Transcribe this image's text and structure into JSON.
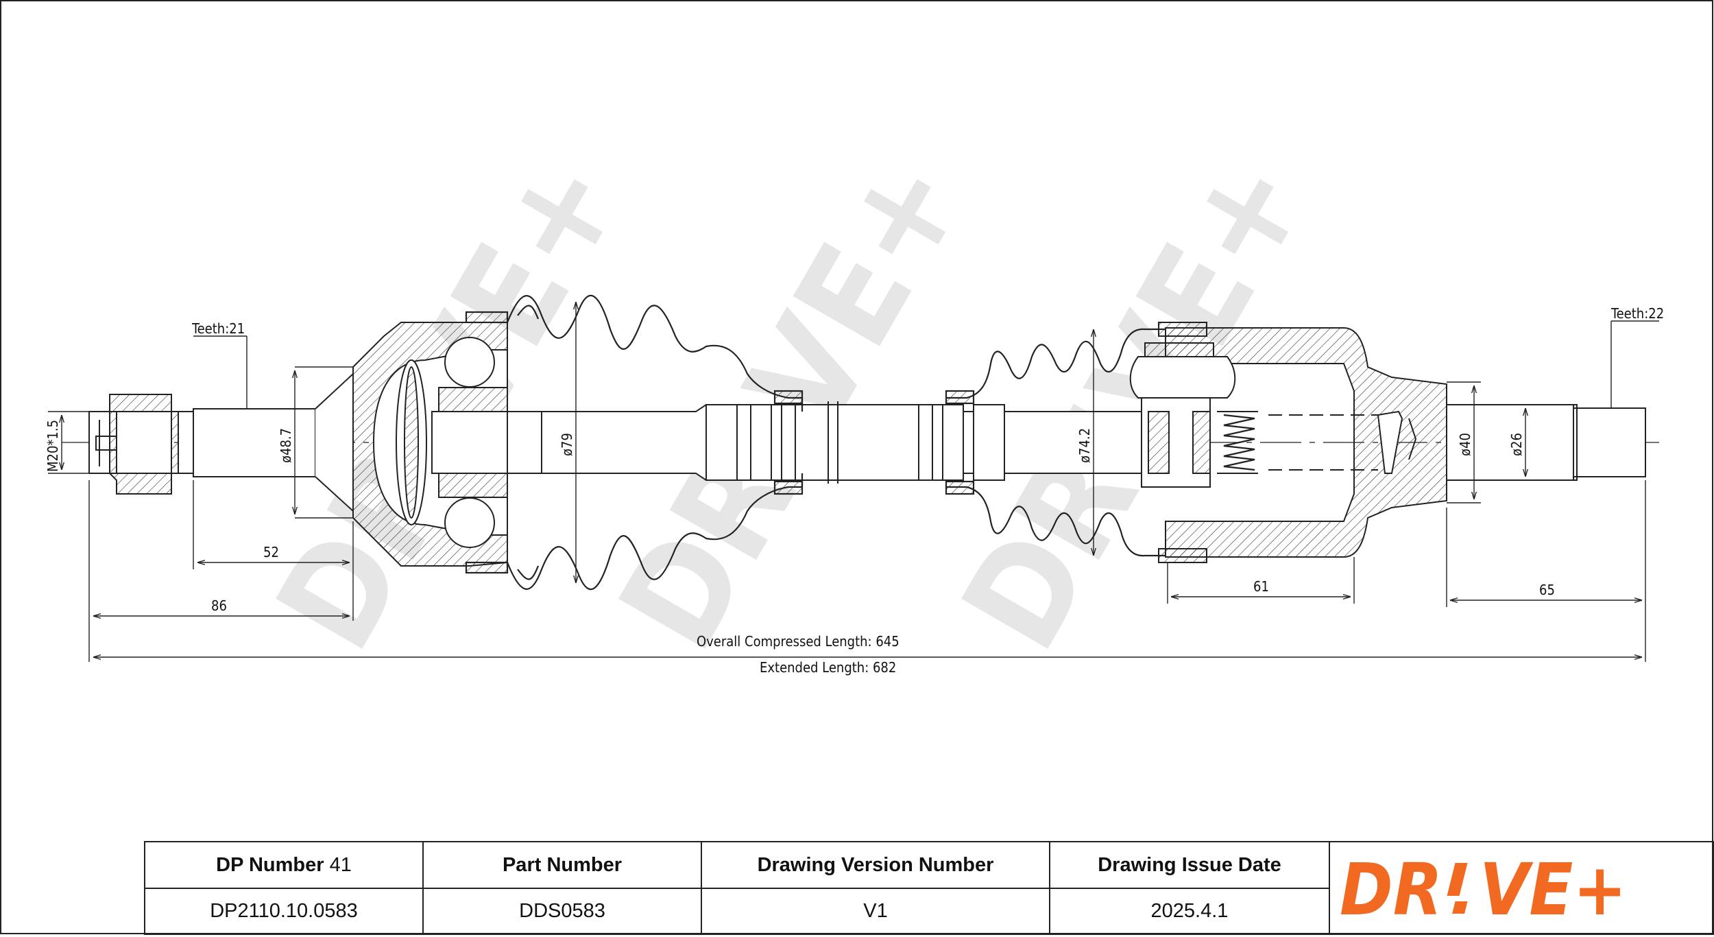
{
  "drawing": {
    "teeth_left": "Teeth:21",
    "teeth_right": "Teeth:22",
    "thread": "M20*1.5",
    "dia_48_7": "ø48.7",
    "dia_79": "ø79",
    "dia_74_2": "ø74.2",
    "dia_40": "ø40",
    "dia_26": "ø26",
    "dim_52": "52",
    "dim_86": "86",
    "dim_61": "61",
    "dim_65": "65",
    "overall_compressed": "Overall  Compressed  Length: 645",
    "extended": "Extended  Length: 682",
    "watermark": "DR!VE+"
  },
  "title_block": {
    "dp_number_label": "DP Number",
    "dp_number_suffix": "41",
    "part_number_label": "Part Number",
    "version_label": "Drawing Version Number",
    "issue_date_label": "Drawing Issue Date",
    "dp_number_value": "DP2110.10.0583",
    "part_number_value": "DDS0583",
    "version_value": "V1",
    "issue_date_value": "2025.4.1"
  },
  "logo": {
    "text_left": "DR",
    "text_right": "VE+",
    "color": "#f26a21"
  },
  "colors": {
    "line": "#222222",
    "watermark": "#e8e8e8",
    "brand": "#f26a21"
  }
}
